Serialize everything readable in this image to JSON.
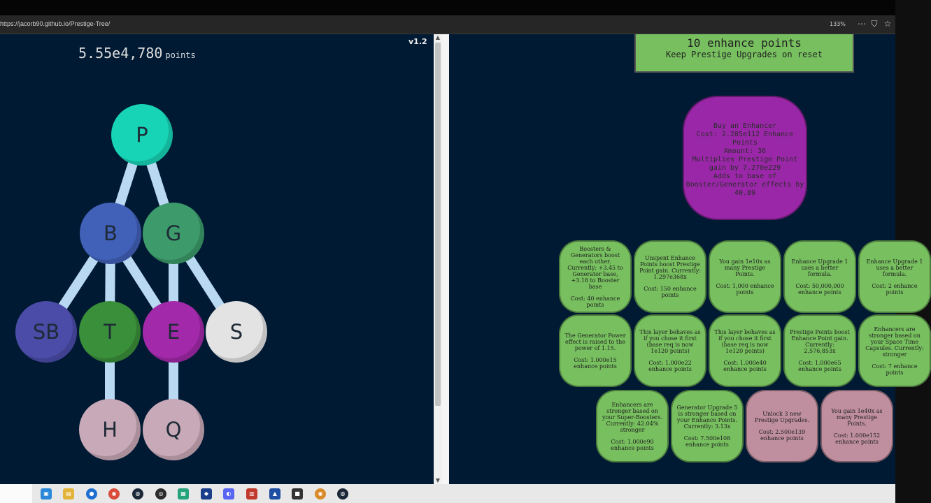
{
  "browser": {
    "url": "https://jacorb90.github.io/Prestige-Tree/",
    "zoom": "133%"
  },
  "game": {
    "points": "5.55e4,780",
    "points_label": "points",
    "version": "v1.2"
  },
  "tree": {
    "nodes": [
      {
        "id": "P",
        "label": "P",
        "color": "#18d4b6"
      },
      {
        "id": "B",
        "label": "B",
        "color": "#4160b8"
      },
      {
        "id": "G",
        "label": "G",
        "color": "#3d9a6a"
      },
      {
        "id": "SB",
        "label": "SB",
        "color": "#4a4ca8"
      },
      {
        "id": "T",
        "label": "T",
        "color": "#3a8f3a"
      },
      {
        "id": "E",
        "label": "E",
        "color": "#a229a9"
      },
      {
        "id": "S",
        "label": "S",
        "color": "#e3e3e3"
      },
      {
        "id": "H",
        "label": "H",
        "color": "#c8a9b7"
      },
      {
        "id": "Q",
        "label": "Q",
        "color": "#c8a9b7"
      }
    ]
  },
  "enhance": {
    "header_line1": "10 enhance points",
    "header_line2": "Keep Prestige Upgrades on reset",
    "buyable": {
      "title": "Buy an Enhancer",
      "cost": "Cost: 2.285e112 Enhance Points",
      "amount": "Amount: 36",
      "effect1": "Multiplies Prestige Point gain by 7.270e229",
      "effect2": "Adds to base of Booster/Generator effects by 40.89"
    },
    "upgrades": [
      {
        "desc": "Boosters & Generators boost each other. Currently: +3.45 to Generator base, +3.18 to Booster base",
        "cost": "Cost: 40 enhance points",
        "state": "bought"
      },
      {
        "desc": "Unspent Enhance Points boost Prestige Point gain. Currently: 1.297e368x",
        "cost": "Cost: 150 enhance points",
        "state": "bought"
      },
      {
        "desc": "You gain 1e10x as many Prestige Points.",
        "cost": "Cost: 1,000 enhance points",
        "state": "bought"
      },
      {
        "desc": "Enhance Upgrade 1 uses a better formula.",
        "cost": "Cost: 50,000,000 enhance points",
        "state": "bought"
      },
      {
        "desc": "Enhance Upgrade 1 uses a better formula.",
        "cost": "Cost: 2 enhance points",
        "state": "bought"
      },
      {
        "desc": "The Generator Power effect is raised to the power of 1.15.",
        "cost": "Cost: 1.000e15 enhance points",
        "state": "bought"
      },
      {
        "desc": "This layer behaves as if you chose it first (base req is now 1e120 points)",
        "cost": "Cost: 1.000e22 enhance points",
        "state": "bought"
      },
      {
        "desc": "This layer behaves as if you chose it first (base req is now 1e120 points)",
        "cost": "Cost: 1.000e40 enhance points",
        "state": "bought"
      },
      {
        "desc": "Prestige Points boost Enhance Point gain. Currently: 2,576,853x",
        "cost": "Cost: 1.000e65 enhance points",
        "state": "bought"
      },
      {
        "desc": "Enhancers are stronger based on your Space Time Capsules. Currently: stronger",
        "cost": "Cost: 7 enhance points",
        "state": "bought"
      },
      {
        "desc": "Enhancers are stronger based on your Super-Boosters. Currently: 42.04% stronger",
        "cost": "Cost: 1.000e90 enhance points",
        "state": "bought"
      },
      {
        "desc": "Generator Upgrade 5 is stronger based on your Enhance Points. Currently: 3.13x",
        "cost": "Cost: 7.500e108 enhance points",
        "state": "bought"
      },
      {
        "desc": "Unlock 3 new Prestige Upgrades.",
        "cost": "Cost: 2.500e139 enhance points",
        "state": "locked"
      },
      {
        "desc": "You gain 1e40x as many Prestige Points.",
        "cost": "Cost: 1.000e152 enhance points",
        "state": "locked"
      }
    ]
  }
}
